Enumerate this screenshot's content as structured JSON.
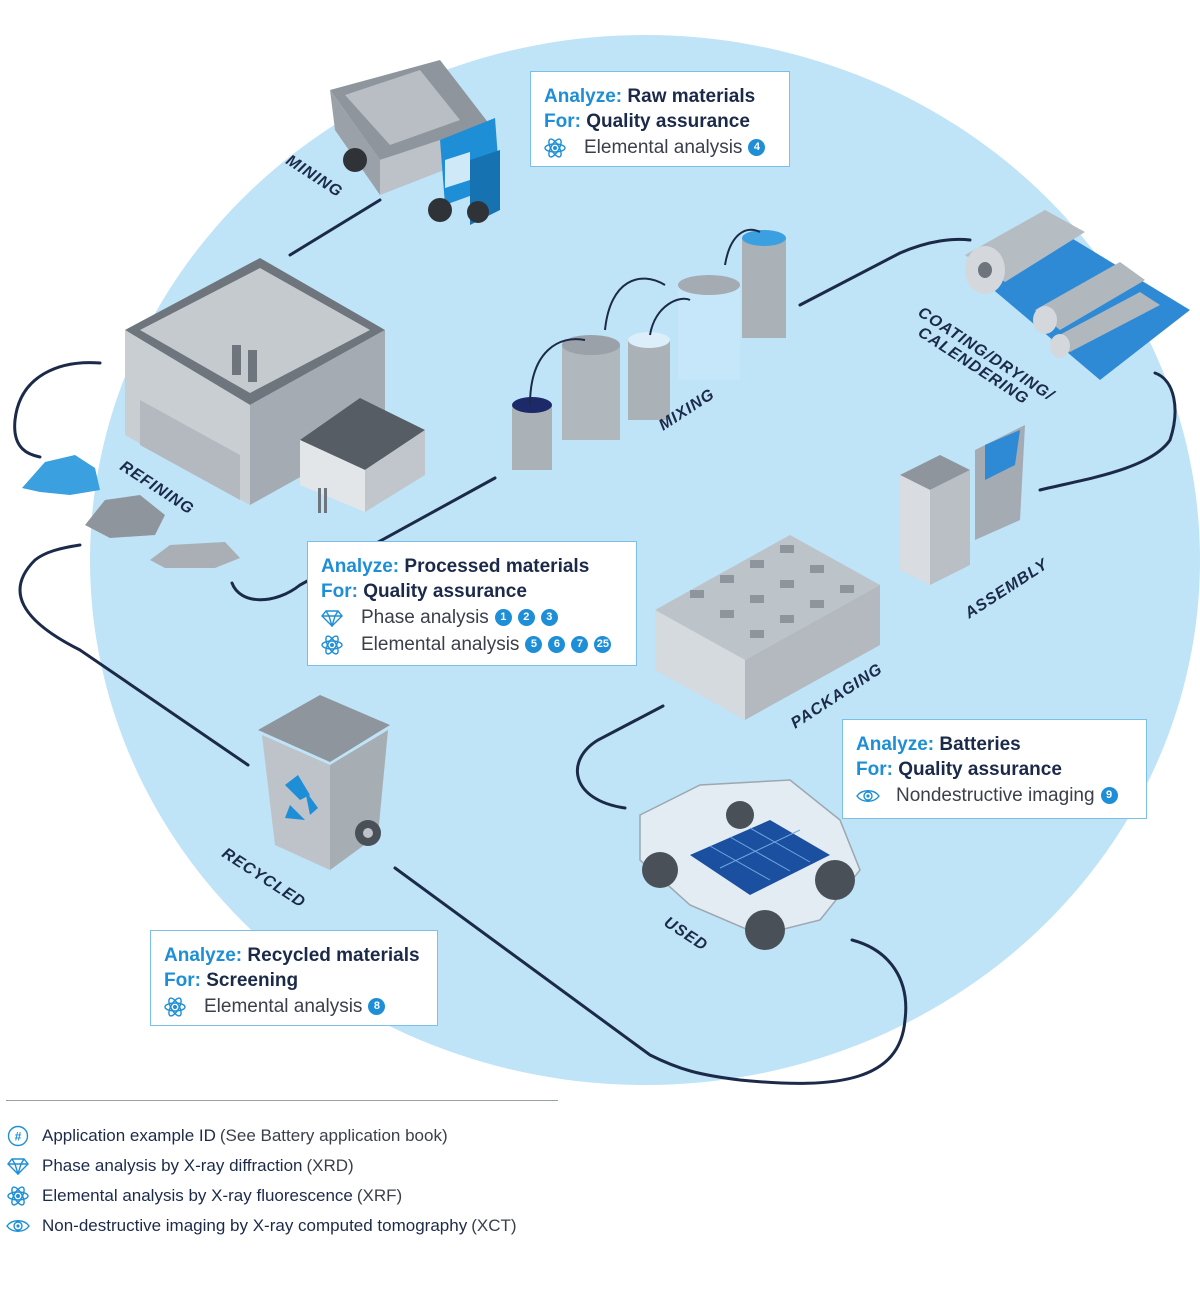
{
  "colors": {
    "accent": "#1e8fd6",
    "circle": "#bfe3f7",
    "line": "#1c2a4a",
    "box_border": "#7cc0e8"
  },
  "stages": {
    "mining": "MINING",
    "refining": "REFINING",
    "mixing": "MIXING",
    "coating": "COATING/DRYING/",
    "calendering": "CALENDERING",
    "assembly": "ASSEMBLY",
    "packaging": "PACKAGING",
    "used": "USED",
    "recycled": "RECYCLED"
  },
  "callouts": {
    "raw": {
      "analyze_key": "Analyze:",
      "analyze_val": "Raw materials",
      "for_key": "For:",
      "for_val": "Quality assurance",
      "items": [
        {
          "icon": "atom-icon",
          "label": "Elemental analysis",
          "badges": [
            "4"
          ]
        }
      ]
    },
    "processed": {
      "analyze_key": "Analyze:",
      "analyze_val": "Processed materials",
      "for_key": "For:",
      "for_val": "Quality assurance",
      "items": [
        {
          "icon": "diamond-icon",
          "label": "Phase analysis",
          "badges": [
            "1",
            "2",
            "3"
          ]
        },
        {
          "icon": "atom-icon",
          "label": "Elemental analysis",
          "badges": [
            "5",
            "6",
            "7",
            "25"
          ]
        }
      ]
    },
    "batteries": {
      "analyze_key": "Analyze:",
      "analyze_val": "Batteries",
      "for_key": "For:",
      "for_val": "Quality assurance",
      "items": [
        {
          "icon": "eye-icon",
          "label": "Nondestructive imaging",
          "badges": [
            "9"
          ]
        }
      ]
    },
    "recycled": {
      "analyze_key": "Analyze:",
      "analyze_val": "Recycled materials",
      "for_key": "For:",
      "for_val": "Screening",
      "items": [
        {
          "icon": "atom-icon",
          "label": "Elemental analysis",
          "badges": [
            "8"
          ]
        }
      ]
    }
  },
  "legend": [
    {
      "icon": "hash-icon",
      "text": "Application example ID",
      "muted": "(See Battery application book)",
      "glyph": "#"
    },
    {
      "icon": "diamond-icon",
      "text": "Phase analysis by X-ray diffraction",
      "muted": "(XRD)"
    },
    {
      "icon": "atom-icon",
      "text": "Elemental analysis by X-ray fluorescence",
      "muted": "(XRF)"
    },
    {
      "icon": "eye-icon",
      "text": "Non-destructive imaging by X-ray computed tomography",
      "muted": "(XCT)"
    }
  ]
}
